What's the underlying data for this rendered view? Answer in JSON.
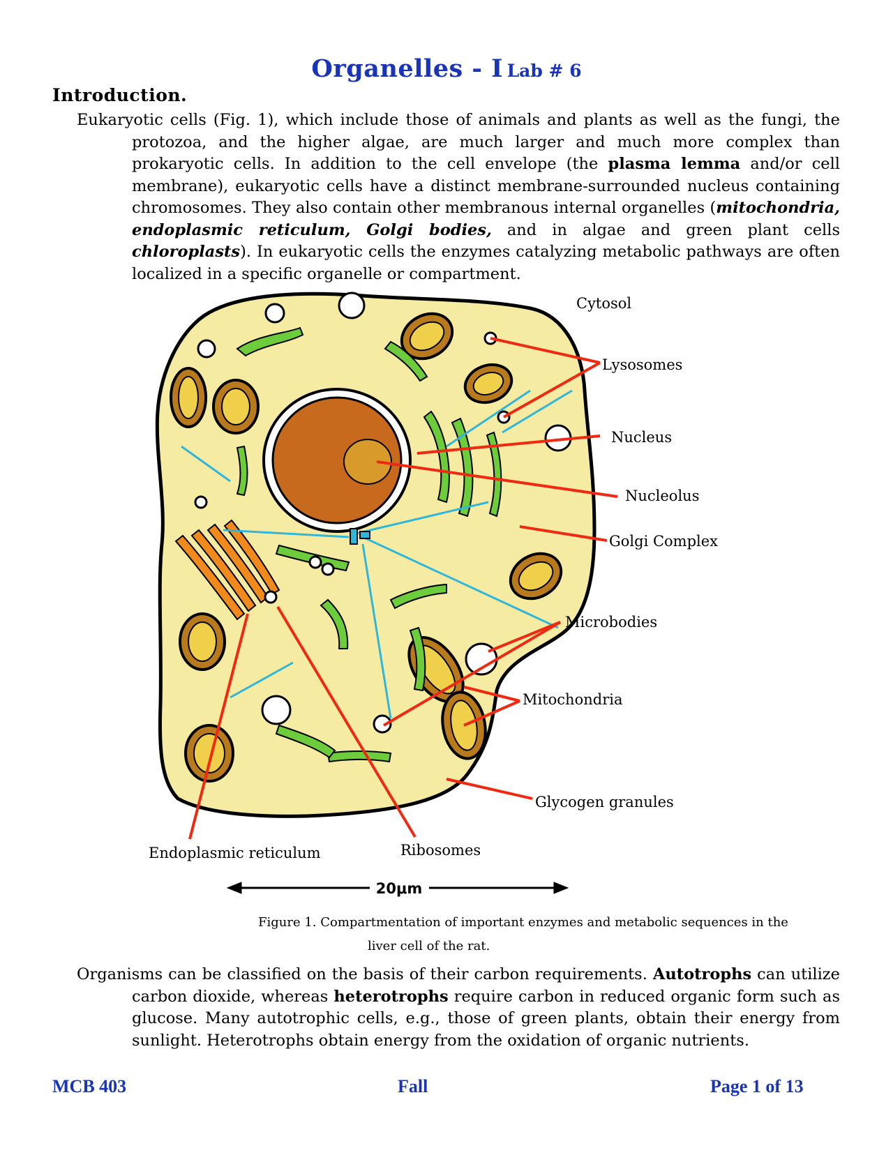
{
  "title": {
    "main": "Organelles - I",
    "lab": "Lab # 6"
  },
  "intro_heading": "Introduction.",
  "paragraph1": {
    "t1": "Eukaryotic cells (Fig. 1), which include those of animals and plants as well as the fungi, the protozoa, and the higher algae, are much larger and much more complex than prokaryotic cells.  In addition to the cell envelope (the ",
    "b1": "plasma lemma",
    "t2": " and/or cell membrane), eukaryotic cells have a distinct membrane-surrounded nucleus containing chromosomes.   They also contain other membranous internal organelles (",
    "bi1": "mitochondria, endoplasmic reticulum, Golgi bodies,",
    "t3": " and in algae and green plant cells ",
    "bi2": "chloroplasts",
    "t4": ").   In eukaryotic cells the enzymes catalyzing metabolic pathways are often localized in a specific organelle or compartment."
  },
  "figure": {
    "labels": {
      "cytosol": "Cytosol",
      "lysosomes": "Lysosomes",
      "nucleus": "Nucleus",
      "nucleolus": "Nucleolus",
      "golgi": "Golgi Complex",
      "microbodies": "Microbodies",
      "mitochondria": "Mitochondria",
      "glycogen": "Glycogen granules",
      "er": "Endoplasmic reticulum",
      "ribosomes": "Ribosomes"
    },
    "scale": "20μm",
    "caption_line1": "Figure 1. Compartmentation of important enzymes and metabolic sequences in the",
    "caption_line2": "liver cell of the rat.",
    "colors": {
      "cytoplasm": "#f6eba2",
      "nucleus": "#c86a1e",
      "er_green": "#6dcc3c",
      "mito": "#b87a1c",
      "golgi_orange": "#f08a1c",
      "microtubule": "#2fb6d8",
      "pointer": "#ee2a12"
    }
  },
  "paragraph2": {
    "t1": "Organisms can be classified on the basis of their carbon requirements.  ",
    "b1": "Autotrophs",
    "t2": " can utilize carbon dioxide, whereas ",
    "b2": "heterotrophs",
    "t3": " require carbon in reduced organic form such as glucose.  Many autotrophic cells, e.g., those of green plants, obtain their energy from sunlight.  Heterotrophs obtain energy from the oxidation of organic nutrients."
  },
  "footer": {
    "course": "MCB 403",
    "term": "Fall",
    "page": "Page 1 of 13"
  }
}
